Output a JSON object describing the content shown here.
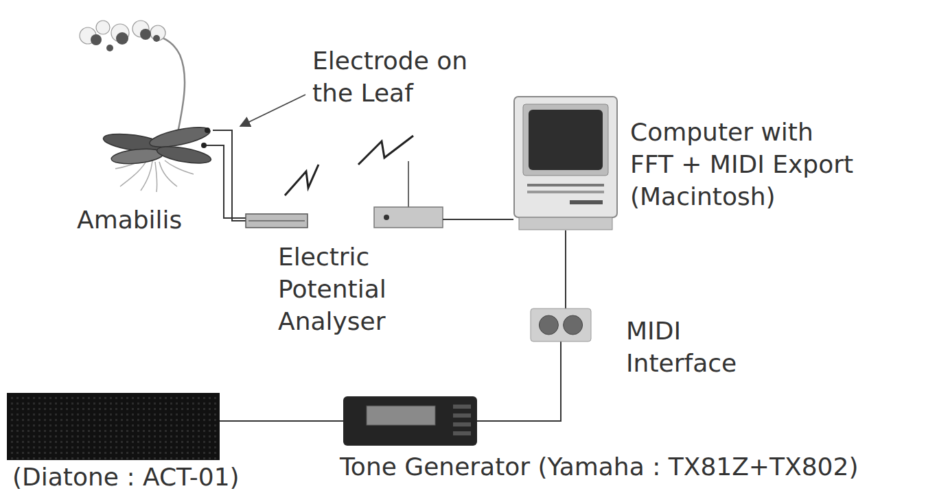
{
  "diagram": {
    "nodes": [
      {
        "text": [
          "Amabilis"
        ]
      },
      {
        "text": [
          "Electric Potential Analyser"
        ]
      },
      {
        "text": [
          "Computer with FFT + MIDI Export (Macintosh)"
        ]
      },
      {
        "text": [
          "MIDI Interface"
        ]
      },
      {
        "text": [
          "Tone Generator (Yamaha : TX81Z+TX802)"
        ]
      },
      {
        "text": [
          "(Diatone : ACT-01)"
        ]
      }
    ],
    "edges": [
      {
        "from": 0,
        "to": 1,
        "arrow": "none"
      },
      {
        "from": 2,
        "to": 3,
        "arrow": "none"
      },
      {
        "from": 3,
        "to": 4,
        "arrow": "none"
      },
      {
        "from": 4,
        "to": 5,
        "arrow": "none"
      }
    ],
    "labels": [
      "Electrode on the Leaf"
    ]
  }
}
